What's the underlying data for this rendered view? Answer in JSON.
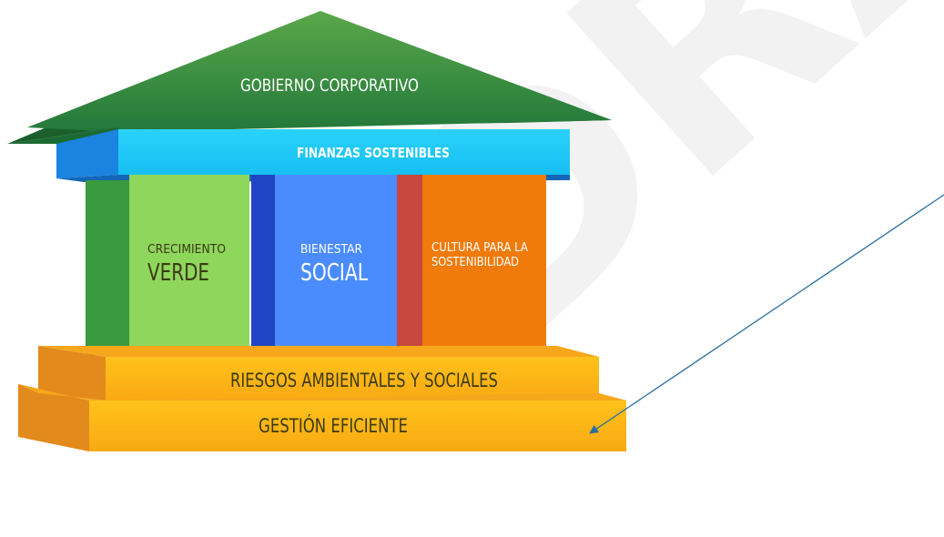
{
  "diagram": {
    "roof_label": "GOBIERNO CORPORATIVO",
    "beam_label": "FINANZAS SOSTENIBLES",
    "pillars": [
      {
        "line1": "CRECIMIENTO",
        "line2": "VERDE"
      },
      {
        "line1": "BIENESTAR",
        "line2": "SOCIAL"
      },
      {
        "line1": "CULTURA PARA LA",
        "line2": "SOSTENIBILIDAD"
      }
    ],
    "step_upper_label": "RIESGOS AMBIENTALES Y SOCIALES",
    "step_lower_label": "GESTIÓN EFICIENTE",
    "watermark": "DRAFT"
  },
  "colors": {
    "roof": "#2e8b3e",
    "beam": "#1fc8f5",
    "pillar_green": "#8fd65c",
    "pillar_blue": "#4a8cff",
    "pillar_orange": "#f07a0a",
    "steps": "#fbb117",
    "arrow": "#2a6e9e"
  }
}
